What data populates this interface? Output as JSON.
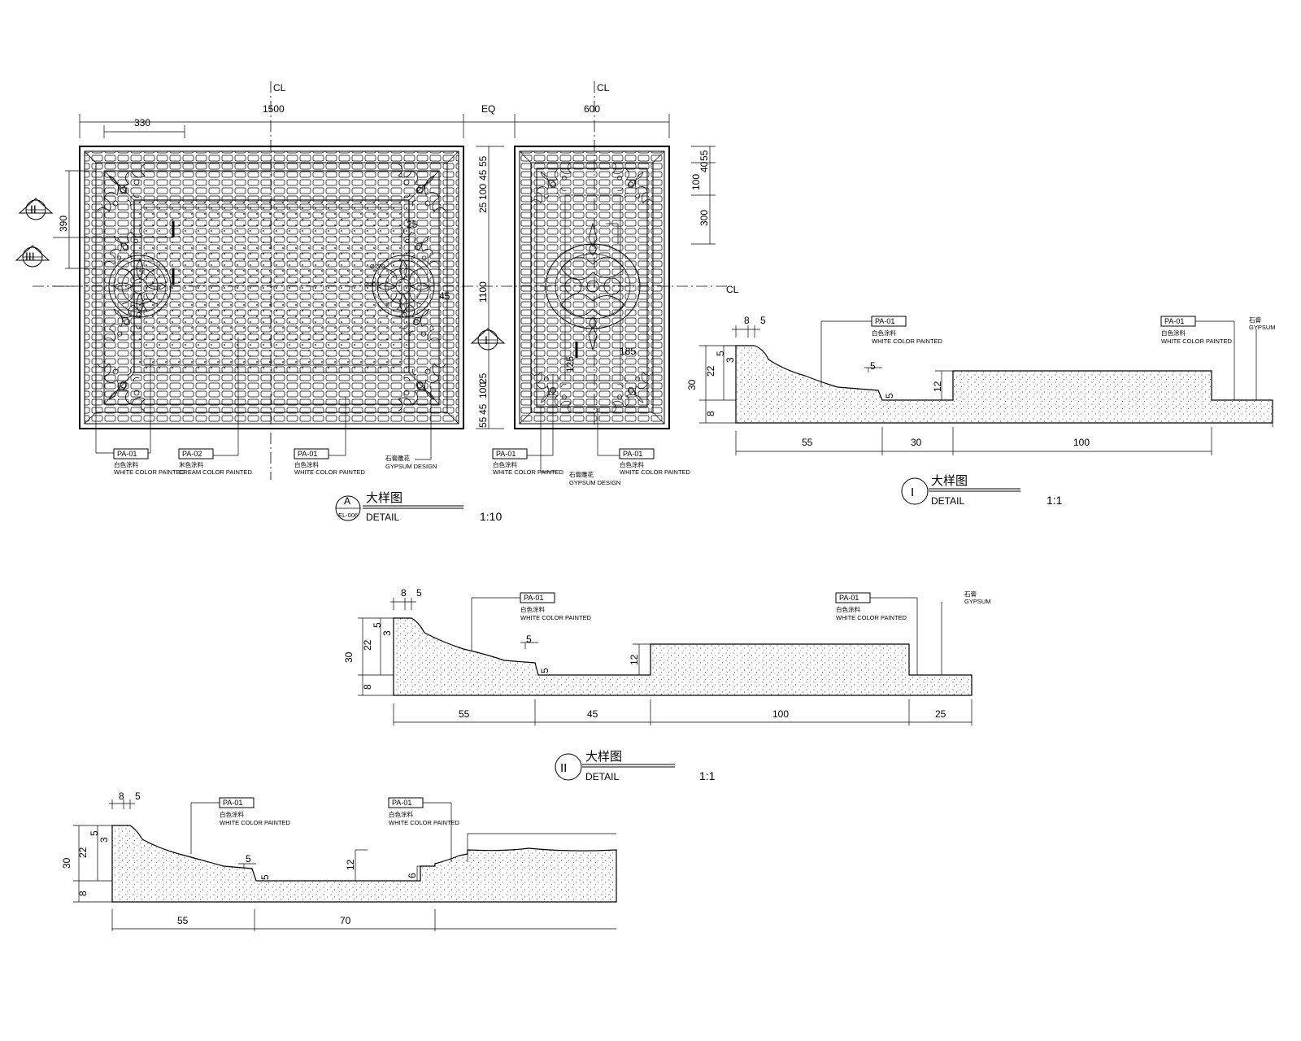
{
  "plan": {
    "centerline": "CL",
    "dims": {
      "overall_width": "1500",
      "eq": "EQ",
      "side_width": "600",
      "inset": "330",
      "height": "1100",
      "left_390": "390",
      "right_stack": [
        "55",
        "45",
        "100",
        "25",
        "25",
        "100",
        "45",
        "55"
      ],
      "far_right": [
        "55",
        "40",
        "100",
        "300"
      ],
      "inner_25": "25",
      "inner_45": "45",
      "inner_25b": "25",
      "inner_185": "185",
      "inner_125": "125",
      "dia_270": "Ø270",
      "dia_200": "Ø200"
    },
    "section_markers": [
      "II",
      "III",
      "I"
    ],
    "callouts": [
      {
        "tag": "PA-01",
        "cn": "白色涂料",
        "en": "WHITE COLOR PAINTED"
      },
      {
        "tag": "PA-02",
        "cn": "米色涂料",
        "en": "CREAM COLOR PAINTED"
      },
      {
        "tag": "PA-01",
        "cn": "白色涂料",
        "en": "WHITE COLOR PAINTED"
      },
      {
        "tag": "",
        "cn": "石膏雕花",
        "en": "GYPSUM DESIGN"
      },
      {
        "tag": "PA-01",
        "cn": "白色涂料",
        "en": "WHITE COLOR PAINTED"
      },
      {
        "tag": "",
        "cn": "石膏雕花",
        "en": "GYPSUM DESIGN"
      },
      {
        "tag": "PA-01",
        "cn": "白色涂料",
        "en": "WHITE COLOR PAINTED"
      }
    ],
    "title": {
      "letter": "A",
      "ref": "EL-006",
      "cn": "大样图",
      "en": "DETAIL",
      "scale": "1:10"
    }
  },
  "section1": {
    "title": {
      "mark": "I",
      "cn": "大样图",
      "en": "DETAIL",
      "scale": "1:1"
    },
    "top_dims": [
      "8",
      "5"
    ],
    "left_dims": [
      "30",
      "22",
      "8",
      "5",
      "3"
    ],
    "inner_dims": [
      "5",
      "5",
      "12"
    ],
    "bottom_dims": [
      "55",
      "30",
      "100"
    ],
    "callouts": [
      {
        "tag": "PA-01",
        "cn": "白色涂料",
        "en": "WHITE COLOR PAINTED"
      },
      {
        "tag": "PA-01",
        "cn": "白色涂料",
        "en": "WHITE COLOR PAINTED"
      },
      {
        "tag": "",
        "cn": "石膏",
        "en": "GYPSUM"
      }
    ]
  },
  "section2": {
    "title": {
      "mark": "II",
      "cn": "大样图",
      "en": "DETAIL",
      "scale": "1:1"
    },
    "top_dims": [
      "8",
      "5"
    ],
    "left_dims": [
      "30",
      "22",
      "8",
      "5",
      "3"
    ],
    "inner_dims": [
      "5",
      "5",
      "12"
    ],
    "bottom_dims": [
      "55",
      "45",
      "100",
      "25"
    ],
    "callouts": [
      {
        "tag": "PA-01",
        "cn": "白色涂料",
        "en": "WHITE COLOR PAINTED"
      },
      {
        "tag": "PA-01",
        "cn": "白色涂料",
        "en": "WHITE COLOR PAINTED"
      },
      {
        "tag": "",
        "cn": "石膏",
        "en": "GYPSUM"
      }
    ]
  },
  "section3": {
    "top_dims": [
      "8",
      "5"
    ],
    "left_dims": [
      "30",
      "22",
      "8",
      "5",
      "3"
    ],
    "inner_dims": [
      "5",
      "5",
      "12",
      "6"
    ],
    "bottom_dims": [
      "55",
      "70"
    ],
    "callouts": [
      {
        "tag": "PA-01",
        "cn": "白色涂料",
        "en": "WHITE COLOR PAINTED"
      },
      {
        "tag": "PA-01",
        "cn": "白色涂料",
        "en": "WHITE COLOR PAINTED"
      }
    ]
  }
}
